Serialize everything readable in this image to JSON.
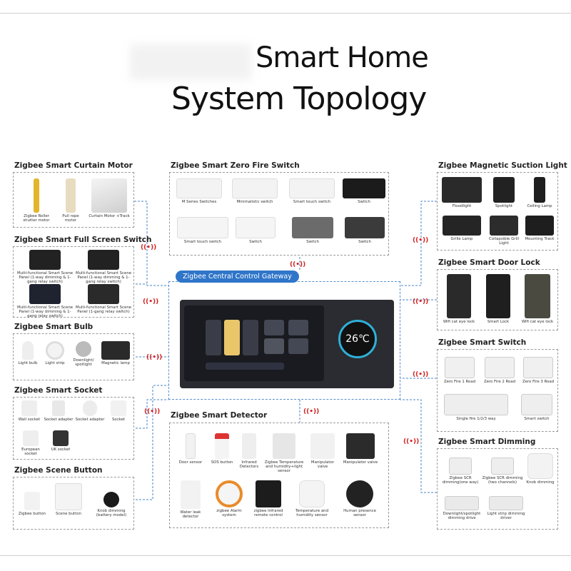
{
  "title": {
    "line1": "Smart Home",
    "line2": "System Topology"
  },
  "gateway": {
    "label": "Zigbee Central Control Gateway",
    "temp": "26℃"
  },
  "sections": {
    "curtain": {
      "title": "Zigbee Smart Curtain Motor",
      "items": [
        "Zigbee Roller shutter motor",
        "Pull rope motor",
        "Curtain Motor +Track"
      ]
    },
    "fullscreen": {
      "title": "Zigbee Smart Full Screen Switch",
      "items": [
        "Multi-functional Smart Scene Panel (1-way dimming & 1-gang relay switch)",
        "Multi-functional Smart Scene Panel (1-way dimming & 1-gang relay switch)",
        "Multi-functional Smart Scene Panel (1-way dimming & 1-gang relay switch)",
        "Multi-functional Smart Scene Panel (1-gang relay switch)"
      ]
    },
    "bulb": {
      "title": "Zigbee Smart Bulb",
      "items": [
        "Light bulb",
        "Light strip",
        "Downlight/ spotlight",
        "Magnetic lamp"
      ]
    },
    "socket": {
      "title": "Zigbee Smart Socket",
      "items": [
        "Wall socket",
        "Socket adapter",
        "Socket adapter",
        "Socket",
        "European socket",
        "UK socket"
      ]
    },
    "scene": {
      "title": "Zigbee Scene Button",
      "items": [
        "Zigbee button",
        "Scene button",
        "Knob dimming (battery model)"
      ]
    },
    "zerofire": {
      "title": "Zigbee Smart Zero Fire Switch",
      "items": [
        "M Series Switches",
        "Minimalistic switch",
        "Smart touch switch",
        "Switch",
        "Smart touch switch",
        "Switch",
        "Switch",
        "Switch"
      ]
    },
    "detector": {
      "title": "Zigbee Smart Detector",
      "items": [
        "Door sensor",
        "SOS button",
        "Infrared Detectors",
        "Zigbee Temperature and humidity+light sensor",
        "Manipulator valve",
        "Manipulator valve",
        "Water leak detector",
        "zigbee Alarm system",
        "zigbee Infrared remote control",
        "Temperature and humidity sensor",
        "Human presence sensor"
      ]
    },
    "magnetic": {
      "title": "Zigbee Magnetic Suction Light",
      "items": [
        "Floodlight",
        "Spotlight",
        "Ceiling Lamp",
        "Grille Lamp",
        "Collapsible Grill Light",
        "Mounting Track"
      ]
    },
    "doorlock": {
      "title": "Zigbee Smart Door Lock",
      "items": [
        "Wifi cat eye lock",
        "Smart Lock",
        "Wifi cat eye lock"
      ]
    },
    "switch": {
      "title": "Zigbee Smart Switch",
      "items": [
        "Zero Fire 1 Road",
        "Zero Fire 2 Road",
        "Zero Fire 3 Road",
        "Single fire 1/2/3 way",
        "Smart switch"
      ]
    },
    "dimming": {
      "title": "Zigbee Smart Dimming",
      "items": [
        "Zigbee SCR dimming(one way)",
        "Zigbee SCR dimming (two channels)",
        "Knob dimming",
        "Downlight/spotlight dimming drive",
        "Light strip dimming driver"
      ]
    }
  }
}
